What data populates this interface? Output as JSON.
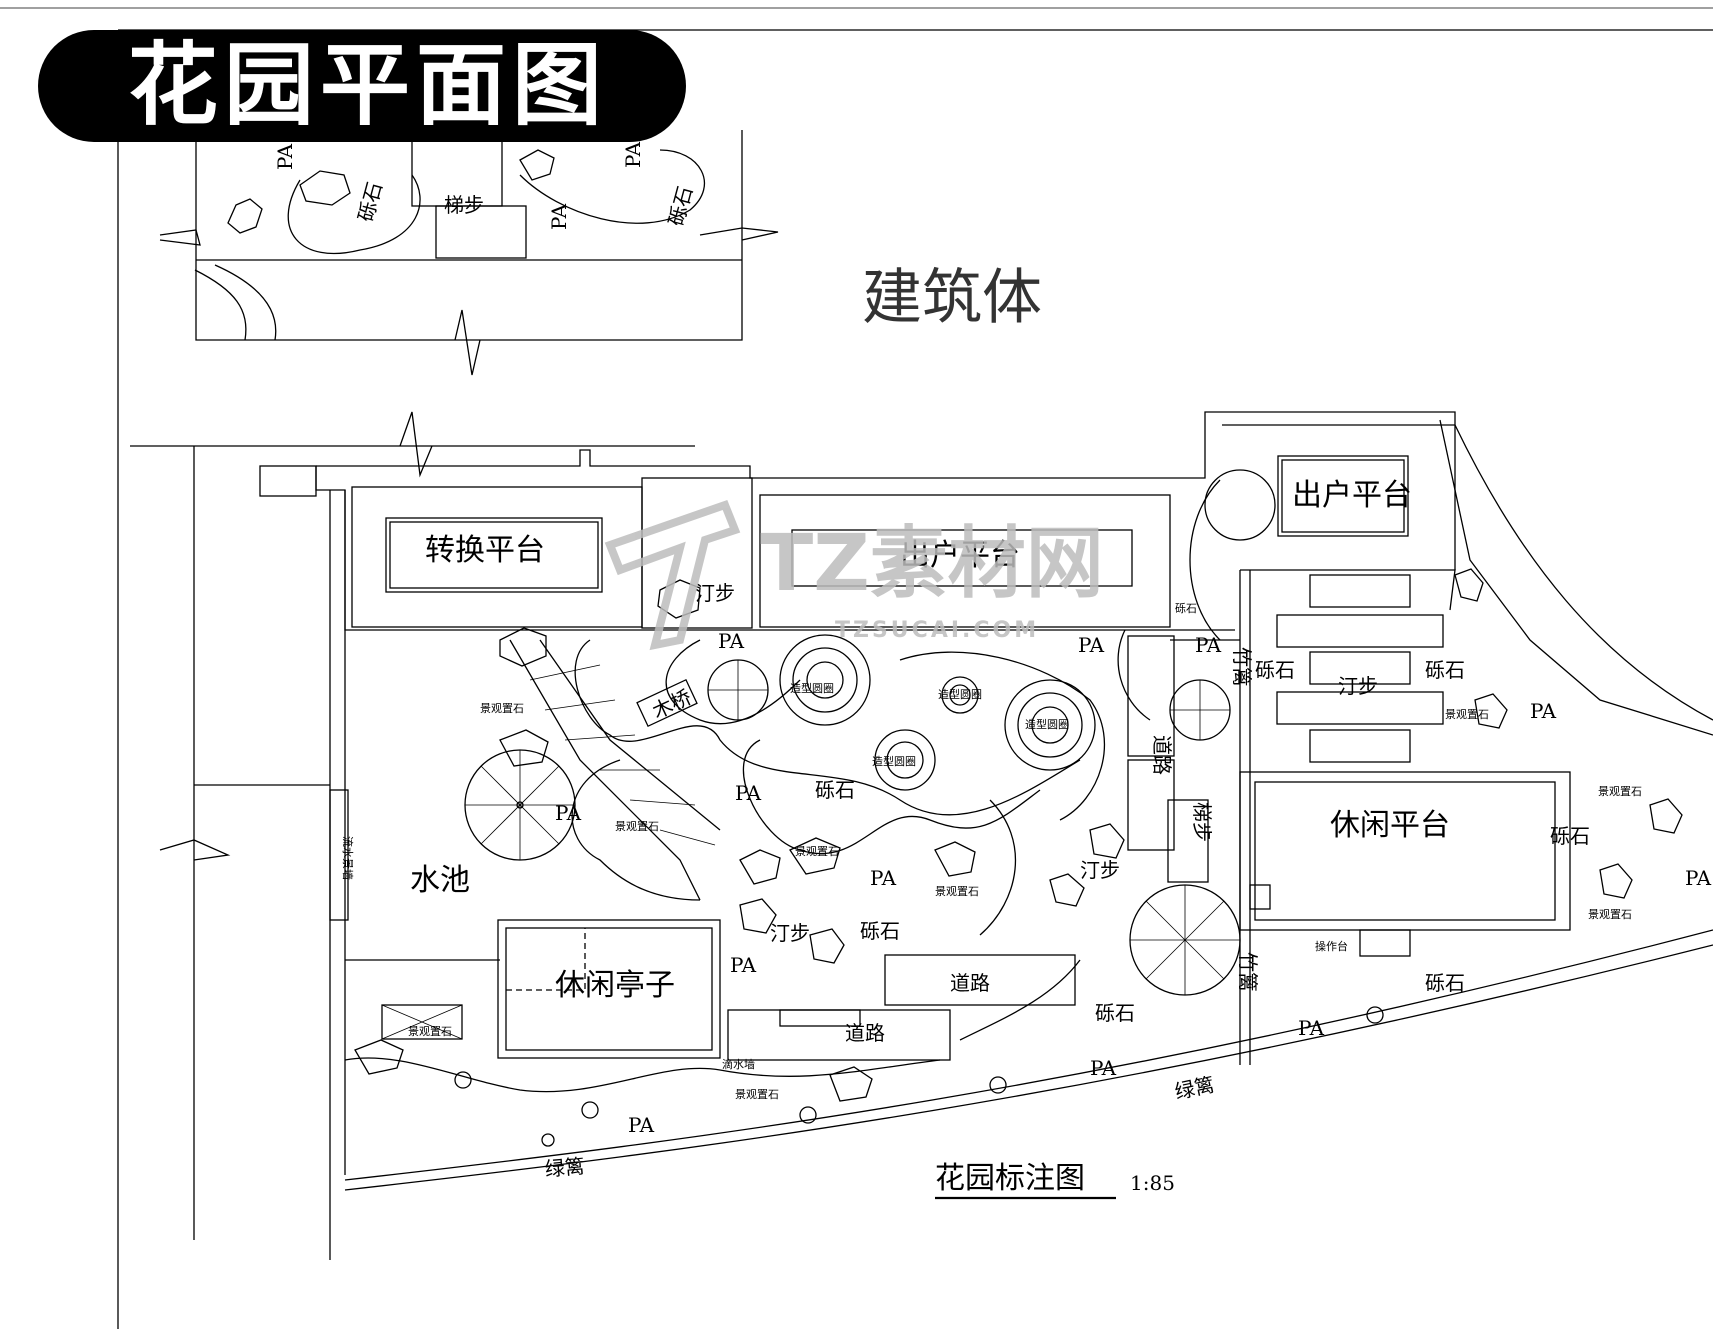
{
  "header": {
    "title": "花园平面图"
  },
  "labels": {
    "building": "建筑体",
    "transfer_platform": "转换平台",
    "exit_platform": "出户平台",
    "leisure_platform": "休闲平台",
    "pavilion": "休闲亭子",
    "pond": "水池",
    "gravel": "砾石",
    "stepping_stones": "汀步",
    "steps": "梯步",
    "road": "道路",
    "wood_bridge": "木桥",
    "shaped_ring": "造型圆圈",
    "pa": "PA",
    "hedge": "绿篱",
    "bamboo_fence": "竹篱",
    "rock_feature": "景观置石",
    "drip_water": "滴水墙",
    "control_box": "操作台",
    "note": "流水景墙",
    "plan_caption": "花园标注图",
    "scale": "1:85"
  },
  "watermark": {
    "brand": "TZ素材网",
    "domain": "TZSUCAI.COM"
  },
  "colors": {
    "line": "#000000",
    "title_bg": "#000000",
    "title_text": "#ffffff",
    "watermark": "#bdbdbd"
  }
}
